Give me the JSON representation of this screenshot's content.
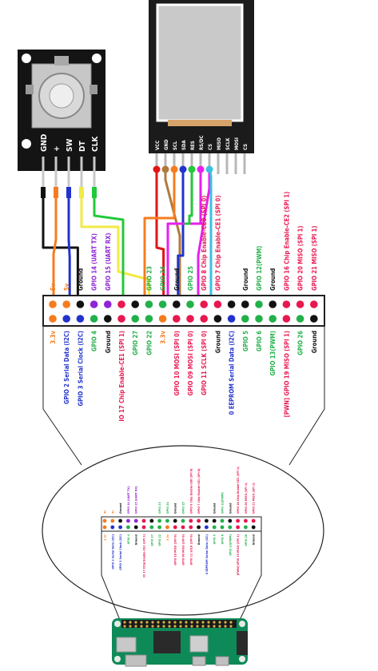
{
  "encoder": {
    "pin_labels": [
      "GND",
      "+",
      "SW",
      "DT",
      "CLK"
    ]
  },
  "tft": {
    "pin_labels": [
      "VCC",
      "GND",
      "SCL",
      "SDA",
      "RES",
      "RS/DC",
      "CS",
      "MISO",
      "SCLK",
      "MOSI",
      "CS"
    ]
  },
  "header": {
    "top_row": [
      {
        "label": "5v",
        "dot": "#f57c1f",
        "text": "#f57c1f"
      },
      {
        "label": "5v",
        "dot": "#f57c1f",
        "text": "#f57c1f"
      },
      {
        "label": "Ground",
        "dot": "#111111",
        "text": "#111111"
      },
      {
        "label": "GPIO 14 (UART TX)",
        "dot": "#8e24d6",
        "text": "#8e24d6"
      },
      {
        "label": "GPIO 15 (UART RX)",
        "dot": "#8e24d6",
        "text": "#8e24d6"
      },
      {
        "label": "",
        "dot": "#e8174f",
        "text": "#e8174f"
      },
      {
        "label": "",
        "dot": "#111111",
        "text": "#111111"
      },
      {
        "label": "GPIO 23",
        "dot": "#22b04a",
        "text": "#22b04a"
      },
      {
        "label": "GPIO 24",
        "dot": "#22b04a",
        "text": "#22b04a"
      },
      {
        "label": "Ground",
        "dot": "#111111",
        "text": "#111111"
      },
      {
        "label": "GPIO 25",
        "dot": "#22b04a",
        "text": "#22b04a"
      },
      {
        "label": "GPIO 8 Chip Enable-CE0 (SPI 0)",
        "dot": "#e8174f",
        "text": "#e8174f"
      },
      {
        "label": "GPIO 7 Chip Enable-CE1 (SPI 0)",
        "dot": "#e8174f",
        "text": "#e8174f"
      },
      {
        "label": "",
        "dot": "#111111",
        "text": "#111111"
      },
      {
        "label": "Ground",
        "dot": "#111111",
        "text": "#111111"
      },
      {
        "label": "GPIO 12(PWM)",
        "dot": "#22b04a",
        "text": "#22b04a"
      },
      {
        "label": "Ground",
        "dot": "#111111",
        "text": "#111111"
      },
      {
        "label": "GPIO 16 Chip Enable-CE2 (SPI 1)",
        "dot": "#e8174f",
        "text": "#e8174f"
      },
      {
        "label": "GPIO 20 MISO (SPI 1)",
        "dot": "#e8174f",
        "text": "#e8174f"
      },
      {
        "label": "GPIO 21 MISO (SPI 1)",
        "dot": "#e8174f",
        "text": "#e8174f"
      }
    ],
    "bottom_row": [
      {
        "label": "3.3v",
        "dot": "#f57c1f",
        "text": "#f57c1f"
      },
      {
        "label": "GPIO 2 Serial Data (I2C)",
        "dot": "#2233cc",
        "text": "#2233cc"
      },
      {
        "label": "GPIO 3 Serial Clock (I2C)",
        "dot": "#2233cc",
        "text": "#2233cc"
      },
      {
        "label": "GPIO 4",
        "dot": "#22b04a",
        "text": "#22b04a"
      },
      {
        "label": "Ground",
        "dot": "#111111",
        "text": "#111111"
      },
      {
        "label": "IO 17 Chip Enable-CE1 (SPI 1)",
        "dot": "#e8174f",
        "text": "#e8174f"
      },
      {
        "label": "GPIO 27",
        "dot": "#22b04a",
        "text": "#22b04a"
      },
      {
        "label": "GPIO 22",
        "dot": "#22b04a",
        "text": "#22b04a"
      },
      {
        "label": "3.3v",
        "dot": "#f57c1f",
        "text": "#f57c1f"
      },
      {
        "label": "GPIO 10 MOSI (SPI 0)",
        "dot": "#e8174f",
        "text": "#e8174f"
      },
      {
        "label": "GPIO 09 MOSI (SPI 0)",
        "dot": "#e8174f",
        "text": "#e8174f"
      },
      {
        "label": "GPIO 11 SCLK (SPI 0)",
        "dot": "#e8174f",
        "text": "#e8174f"
      },
      {
        "label": "Ground",
        "dot": "#111111",
        "text": "#111111"
      },
      {
        "label": "0 EEPROM Serial Data (I2C)",
        "dot": "#2233cc",
        "text": "#2233cc"
      },
      {
        "label": "GPIO 5",
        "dot": "#22b04a",
        "text": "#22b04a"
      },
      {
        "label": "GPIO 6",
        "dot": "#22b04a",
        "text": "#22b04a"
      },
      {
        "label": "GPIO 13(PWM)",
        "dot": "#22b04a",
        "text": "#22b04a"
      },
      {
        "label": "[PWN] GPIO 19 MISO (SPI 1)",
        "dot": "#e8174f",
        "text": "#e8174f"
      },
      {
        "label": "GPIO 26",
        "dot": "#22b04a",
        "text": "#22b04a"
      },
      {
        "label": "Ground",
        "dot": "#111111",
        "text": "#111111"
      }
    ]
  },
  "wire_colors": {
    "orange": "#f57c1f",
    "blue": "#2233cc",
    "black": "#111111",
    "yellow": "#f2ea45",
    "green": "#22c93a",
    "red": "#e01515",
    "brown": "#b07a3c",
    "magenta": "#e81ef0",
    "cyan": "#3cc0e0",
    "teal": "#20b2aa"
  },
  "colors": {
    "board_green": "#0e8a58",
    "pcb_dark": "#1b1b1b"
  }
}
